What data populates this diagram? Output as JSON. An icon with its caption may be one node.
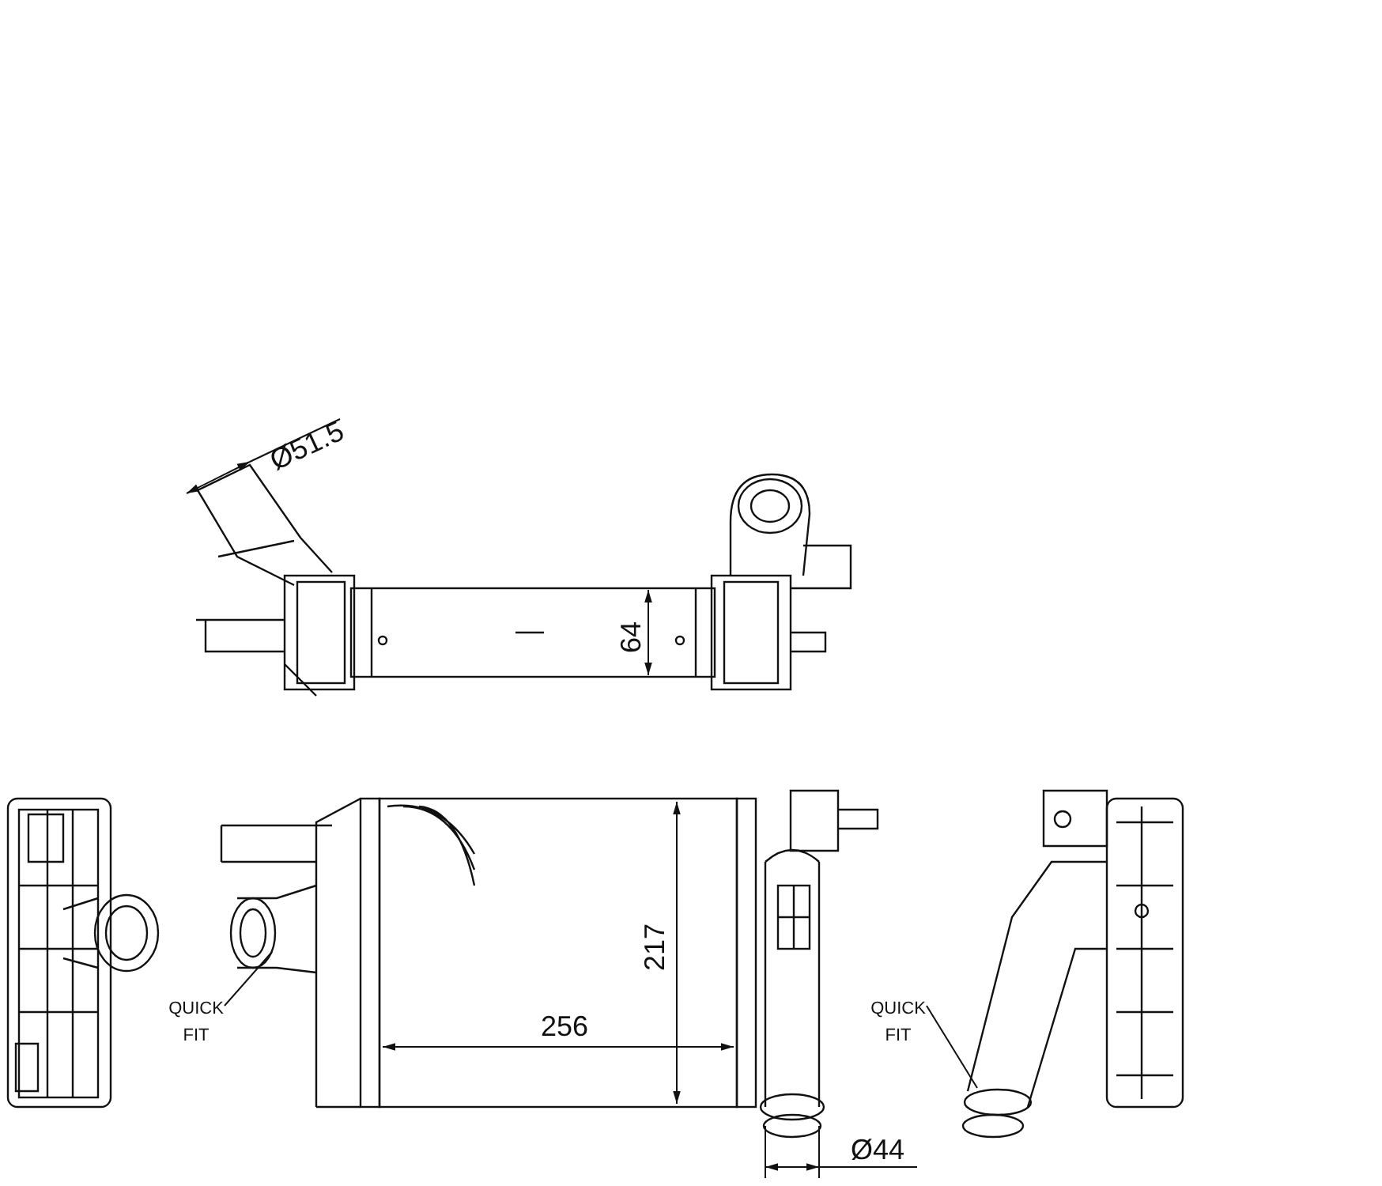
{
  "diagram": {
    "nodes": [
      {
        "text": [
          "QUICK FIT"
        ]
      },
      {
        "text": [
          "QUICK FIT"
        ]
      }
    ],
    "edges": [
      {
        "from": 0,
        "to": null,
        "arrow": "none"
      },
      {
        "from": 1,
        "to": null,
        "arrow": "none"
      }
    ],
    "labels": [
      "Ø51.5",
      "64",
      "217",
      "256",
      "Ø44"
    ]
  }
}
